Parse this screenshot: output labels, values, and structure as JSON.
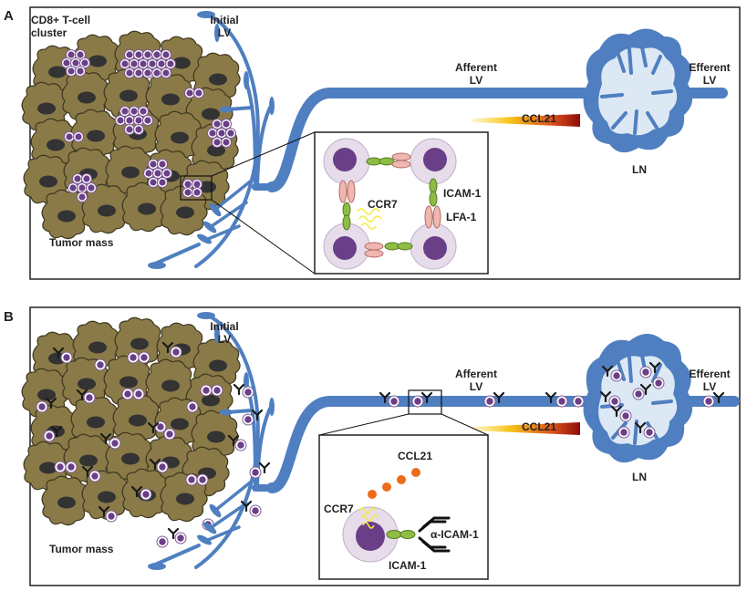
{
  "panel_a": {
    "letter": "A",
    "cluster_label_1": "CD8+ T-cell",
    "cluster_label_2": "cluster",
    "initial_lv_1": "Initial",
    "initial_lv_2": "LV",
    "afferent_lv_1": "Afferent",
    "afferent_lv_2": "LV",
    "efferent_lv_1": "Efferent",
    "efferent_lv_2": "LV",
    "ccl21": "CCL21",
    "ln": "LN",
    "tumor_mass": "Tumor mass",
    "inset": {
      "ccr7": "CCR7",
      "icam1": "ICAM-1",
      "lfa1": "LFA-1"
    }
  },
  "panel_b": {
    "letter": "B",
    "initial_lv_1": "Initial",
    "initial_lv_2": "LV",
    "afferent_lv_1": "Afferent",
    "afferent_lv_2": "LV",
    "efferent_lv_1": "Efferent",
    "efferent_lv_2": "LV",
    "ccl21": "CCL21",
    "ln": "LN",
    "tumor_mass": "Tumor mass",
    "inset": {
      "ccl21": "CCL21",
      "ccr7": "CCR7",
      "icam1": "ICAM-1",
      "anti_icam1": "α-ICAM-1"
    }
  },
  "colors": {
    "vessel": "#4f7fc0",
    "vessel_light": "#dde8f5",
    "tumor": "#8a7a47",
    "nucleus": "#3a3a3a",
    "tcell_nucleus": "#6a3f87",
    "tcell_body": "#e6dcea",
    "icam": "#8fbc45",
    "lfa": "#f0b7b0",
    "ccr7": "#f2ec3a",
    "ccl21_dot": "#ec6c1b",
    "gradient_start": "#f8d21a",
    "gradient_end": "#8e0b0b"
  },
  "icons": {
    "tcell": "t-cell-icon",
    "tumor_cell": "tumor-cell-icon",
    "antibody": "antibody-icon",
    "lymph_node": "lymph-node-icon"
  }
}
